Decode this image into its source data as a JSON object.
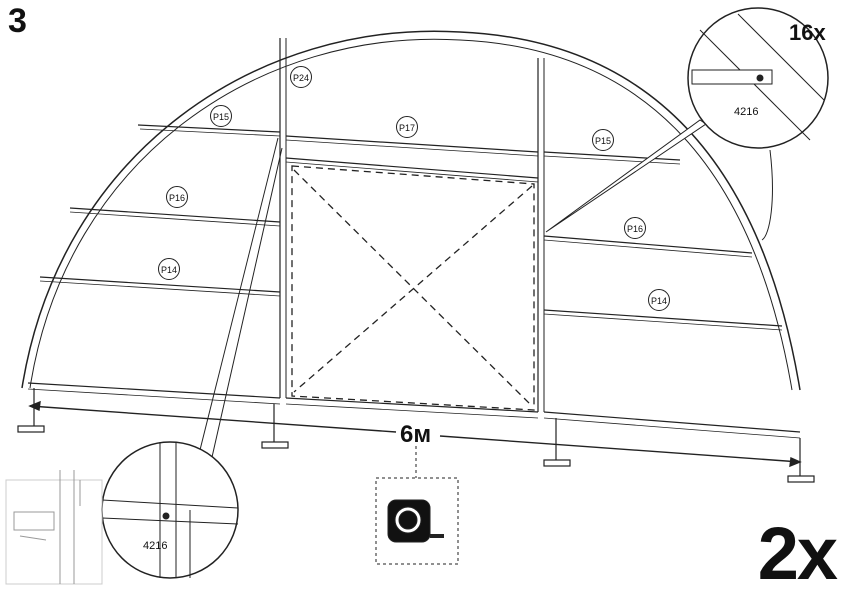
{
  "step": "3",
  "multiplier": "2x",
  "detail_quantity": "16x",
  "measurement": "6м",
  "part_labels": [
    "P24",
    "P15",
    "P17",
    "P15",
    "P16",
    "P16",
    "P14",
    "P14"
  ],
  "fastener_code": "4216",
  "icons": [
    "tape-measure-icon"
  ]
}
